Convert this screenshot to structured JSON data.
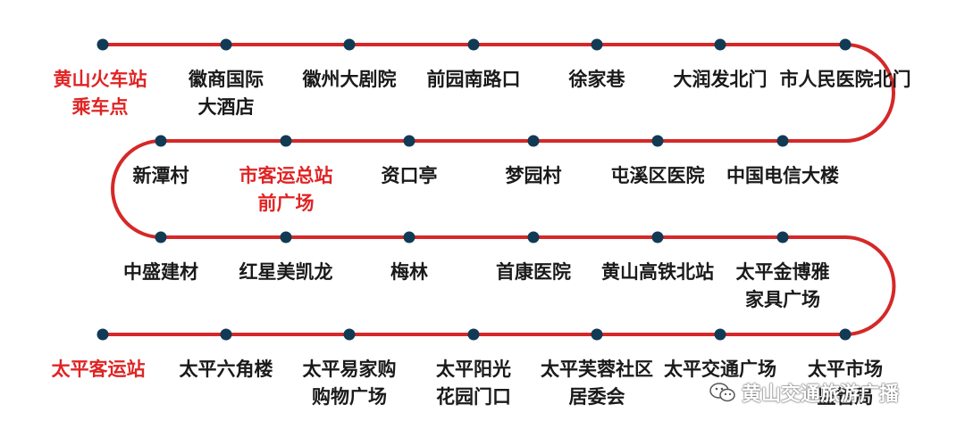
{
  "colors": {
    "line": "#d62828",
    "station": "#113a55",
    "highlight": "#e02424",
    "text": "#1a1a1a"
  },
  "route": {
    "rows": [
      [
        {
          "name": "黄山火车站\n乘车点",
          "highlight": true
        },
        {
          "name": "徽商国际\n大酒店"
        },
        {
          "name": "徽州大剧院"
        },
        {
          "name": "前园南路口"
        },
        {
          "name": "徐家巷"
        },
        {
          "name": "大润发北门"
        },
        {
          "name": "市人民医院北门"
        }
      ],
      [
        {
          "name": "新潭村"
        },
        {
          "name": "市客运总站\n前广场",
          "highlight": true
        },
        {
          "name": "资口亭"
        },
        {
          "name": "梦园村"
        },
        {
          "name": "屯溪区医院"
        },
        {
          "name": "中国电信大楼"
        }
      ],
      [
        {
          "name": "中盛建材"
        },
        {
          "name": "红星美凯龙"
        },
        {
          "name": "梅林"
        },
        {
          "name": "首康医院"
        },
        {
          "name": "黄山高铁北站"
        },
        {
          "name": "太平金博雅\n家具广场"
        }
      ],
      [
        {
          "name": "太平客运站",
          "highlight": true
        },
        {
          "name": "太平六角楼"
        },
        {
          "name": "太平易家购\n购物广场"
        },
        {
          "name": "太平阳光\n花园门口"
        },
        {
          "name": "太平芙蓉社区\n居委会"
        },
        {
          "name": "太平交通广场"
        },
        {
          "name": "太平市场\n监管局"
        }
      ]
    ]
  },
  "watermark": {
    "icon": "wechat-icon",
    "text": "黄山交通旅游广播"
  }
}
